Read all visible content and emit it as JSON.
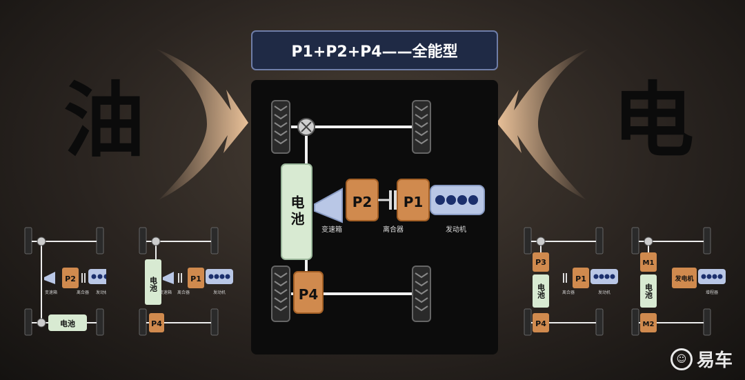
{
  "left_char": "油",
  "right_char": "电",
  "title": "P1+P2+P4——全能型",
  "main": {
    "battery": "电池",
    "p2": "P2",
    "p1": "P1",
    "p4": "P4",
    "gearbox": "变速箱",
    "clutch": "离合器",
    "engine": "发动机"
  },
  "mini1": {
    "p2": "P2",
    "battery": "电池",
    "gearbox": "变速箱",
    "clutch": "离合器",
    "engine": "发动机"
  },
  "mini2": {
    "battery": "电池",
    "p1": "P1",
    "p4": "P4",
    "gearbox": "变速箱",
    "clutch": "离合器",
    "engine": "发动机"
  },
  "mini3": {
    "p3": "P3",
    "battery": "电池",
    "p1": "P1",
    "p4": "P4",
    "clutch": "离合器",
    "engine": "发动机"
  },
  "mini4": {
    "m1": "M1",
    "battery": "电池",
    "generator": "发电机",
    "m2": "M2",
    "engine": "增程器"
  },
  "watermark": "易车",
  "colors": {
    "motor": "#d08a4e",
    "battery": "#d8ead2",
    "engine": "#b9c7e6",
    "panel": "#0c0c0c",
    "title_bg": "#1f2a45"
  }
}
